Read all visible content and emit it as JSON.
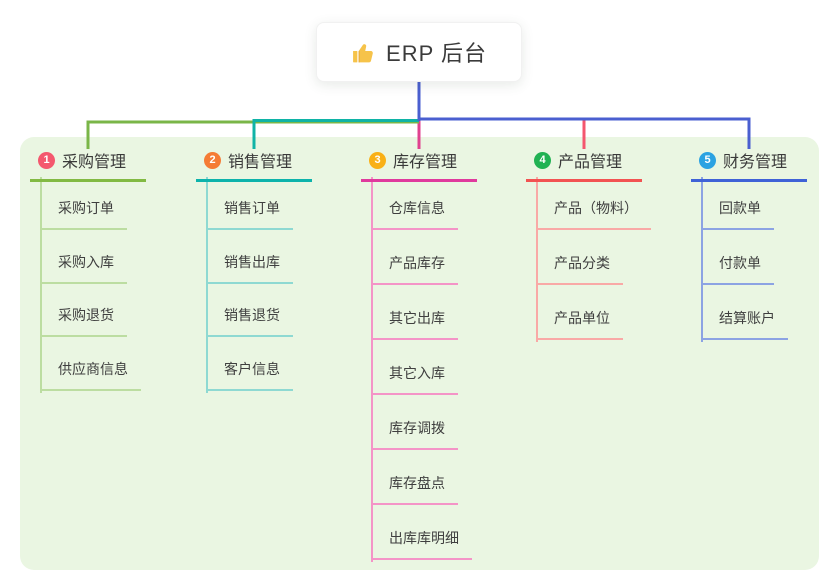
{
  "root": {
    "label": "ERP 后台",
    "icon": "thumbs-up-icon",
    "icon_color": "#f6c34a",
    "connector_color": "#4a5fd0"
  },
  "canvas": {
    "background": "#eaf6e2"
  },
  "columns": [
    {
      "badge": "1",
      "title": "采购管理",
      "badge_color": "#f4586e",
      "line_color": "#82ba43",
      "branch_color": "#7ab648",
      "child_line_color": "#bcdda1",
      "children": [
        "采购订单",
        "采购入库",
        "采购退货",
        "供应商信息"
      ]
    },
    {
      "badge": "2",
      "title": "销售管理",
      "badge_color": "#f57c35",
      "line_color": "#0db3ab",
      "branch_color": "#10b3a6",
      "child_line_color": "#8ed9d2",
      "children": [
        "销售订单",
        "销售出库",
        "销售退货",
        "客户信息"
      ]
    },
    {
      "badge": "3",
      "title": "库存管理",
      "badge_color": "#f9b016",
      "line_color": "#e03a9d",
      "branch_color": "#e0418f",
      "child_line_color": "#f494c7",
      "children": [
        "仓库信息",
        "产品库存",
        "其它出库",
        "其它入库",
        "库存调拨",
        "库存盘点",
        "出库库明细"
      ]
    },
    {
      "badge": "4",
      "title": "产品管理",
      "badge_color": "#21b253",
      "line_color": "#f25352",
      "branch_color": "#f4566e",
      "child_line_color": "#f9a9a6",
      "children": [
        "产品（物料）",
        "产品分类",
        "产品单位"
      ]
    },
    {
      "badge": "5",
      "title": "财务管理",
      "badge_color": "#2ba2e2",
      "line_color": "#3f62d7",
      "branch_color": "#4a5fd0",
      "child_line_color": "#8ca3e3",
      "children": [
        "回款单",
        "付款单",
        "结算账户"
      ]
    }
  ]
}
